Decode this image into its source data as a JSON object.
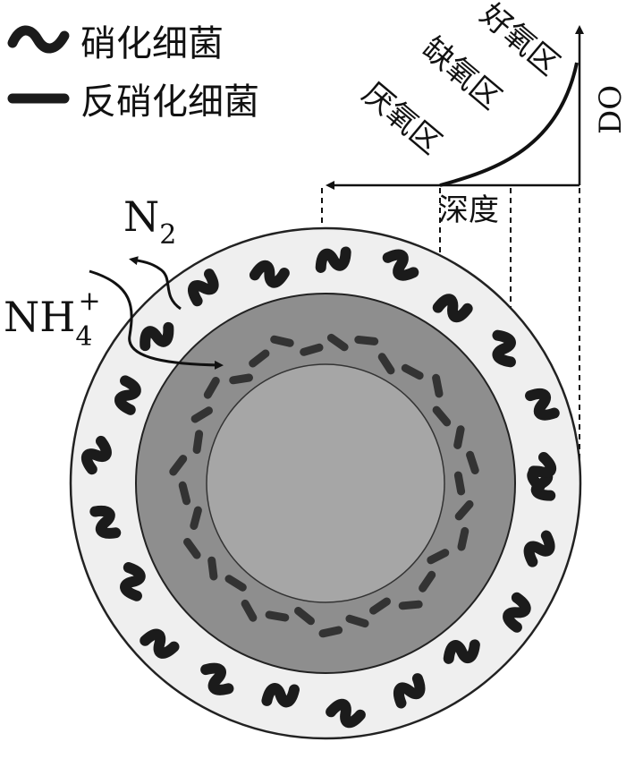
{
  "legend": {
    "nitrifying": "硝化细菌",
    "denitrifying": "反硝化细菌"
  },
  "zones": {
    "aerobic": "好氧区",
    "anoxic": "缺氧区",
    "anaerobic": "厌氧区"
  },
  "axes": {
    "y_label": "DO",
    "x_label": "深度"
  },
  "species": {
    "n2": {
      "base": "N",
      "sub": "2"
    },
    "nh4": {
      "base": "NH",
      "sub": "4",
      "sup": "+"
    }
  },
  "colors": {
    "outer_layer": "#efefef",
    "middle_layer": "#8e8e8e",
    "core": "#a6a6a6",
    "bacteria": "#1b1b1b"
  }
}
